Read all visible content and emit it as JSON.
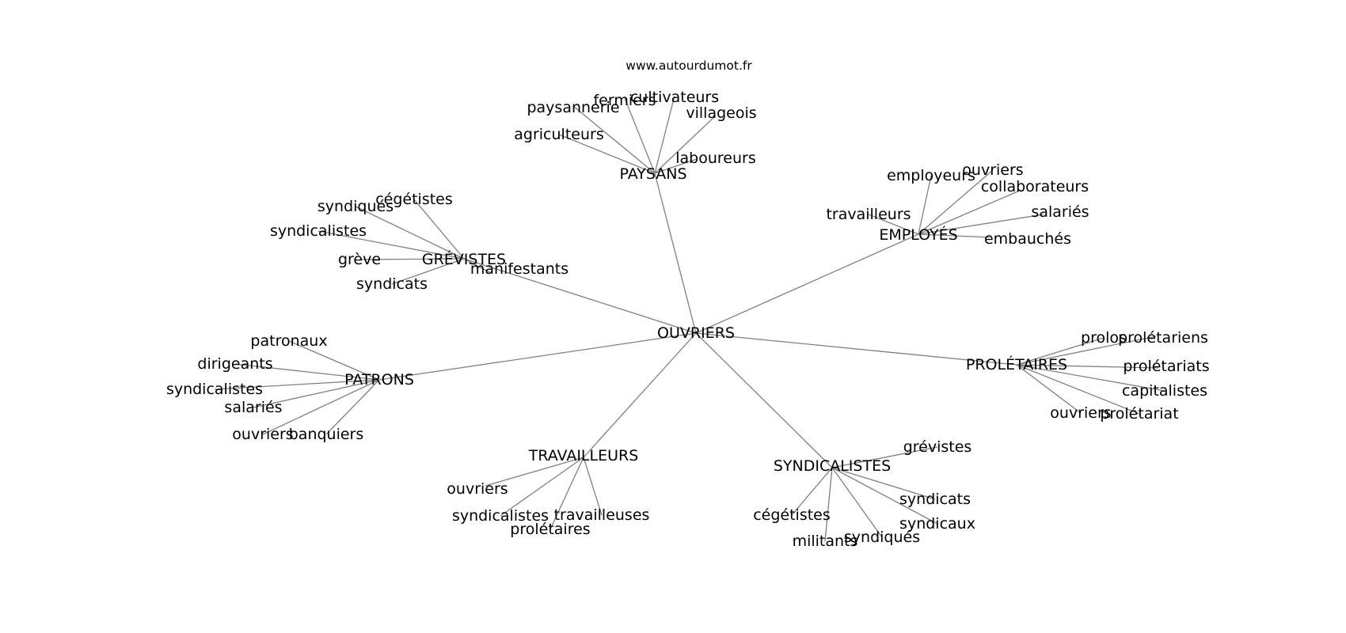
{
  "watermark": "www.autourdumot.fr",
  "graph": {
    "center": "OUVRIERS",
    "hubs": [
      {
        "label": "PAYSANS",
        "leaves": [
          "paysannerie",
          "fermiers",
          "cultivateurs",
          "villageois",
          "agriculteurs",
          "laboureurs"
        ]
      },
      {
        "label": "EMPLOYÉS",
        "leaves": [
          "employeurs",
          "ouvriers",
          "collaborateurs",
          "travailleurs",
          "salariés",
          "embauchés"
        ]
      },
      {
        "label": "GRÉVISTES",
        "leaves": [
          "cégétistes",
          "syndiqués",
          "syndicalistes",
          "grève",
          "syndicats",
          "manifestants"
        ]
      },
      {
        "label": "PATRONS",
        "leaves": [
          "patronaux",
          "dirigeants",
          "syndicalistes",
          "salariés",
          "ouvriers",
          "banquiers"
        ]
      },
      {
        "label": "PROLÉTAIRES",
        "leaves": [
          "prolos",
          "prolétariens",
          "prolétariats",
          "capitalistes",
          "ouvriers",
          "prolétariat"
        ]
      },
      {
        "label": "TRAVAILLEURS",
        "leaves": [
          "ouvriers",
          "syndicalistes",
          "travailleuses",
          "prolétaires"
        ]
      },
      {
        "label": "SYNDICALISTES",
        "leaves": [
          "grévistes",
          "syndicats",
          "syndicaux",
          "cégétistes",
          "militants",
          "syndiqués"
        ]
      }
    ]
  }
}
